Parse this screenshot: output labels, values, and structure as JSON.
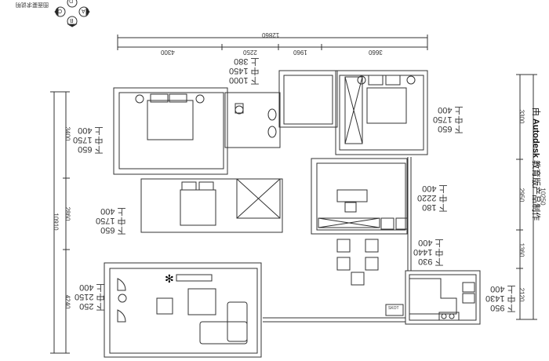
{
  "title_note": "图面要求说明",
  "compass": {
    "labels": [
      "D",
      "A",
      "B",
      "C"
    ]
  },
  "side_credit": {
    "prefix": "由",
    "brand": "Autodesk",
    "suffix": "教育版产品制作"
  },
  "dimensions": {
    "top_total": "12860",
    "top_segments": [
      "4300",
      "2250",
      "1960",
      "3660"
    ],
    "left_total": "10910",
    "left_segments": [
      "3400",
      "2860",
      "4240"
    ],
    "right_total": "10250",
    "right_segments": [
      "3300",
      "2950",
      "1360",
      "2120"
    ]
  },
  "window_specs": [
    {
      "lines": [
        "下 1000",
        "中 1450",
        "上 380"
      ]
    },
    {
      "lines": [
        "下 650",
        "中 1750",
        "上 400"
      ]
    },
    {
      "lines": [
        "下 650",
        "中 1750",
        "上 400"
      ]
    },
    {
      "lines": [
        "下 650",
        "中 1750",
        "上 400"
      ]
    },
    {
      "lines": [
        "下 250",
        "中 2150",
        "上 400"
      ]
    },
    {
      "lines": [
        "下 180",
        "中 2220",
        "上 400"
      ]
    },
    {
      "lines": [
        "下 930",
        "中 1440",
        "上 400"
      ]
    },
    {
      "lines": [
        "下 950",
        "中 1430",
        "上 400"
      ]
    }
  ],
  "fixture_label": "SKOT"
}
